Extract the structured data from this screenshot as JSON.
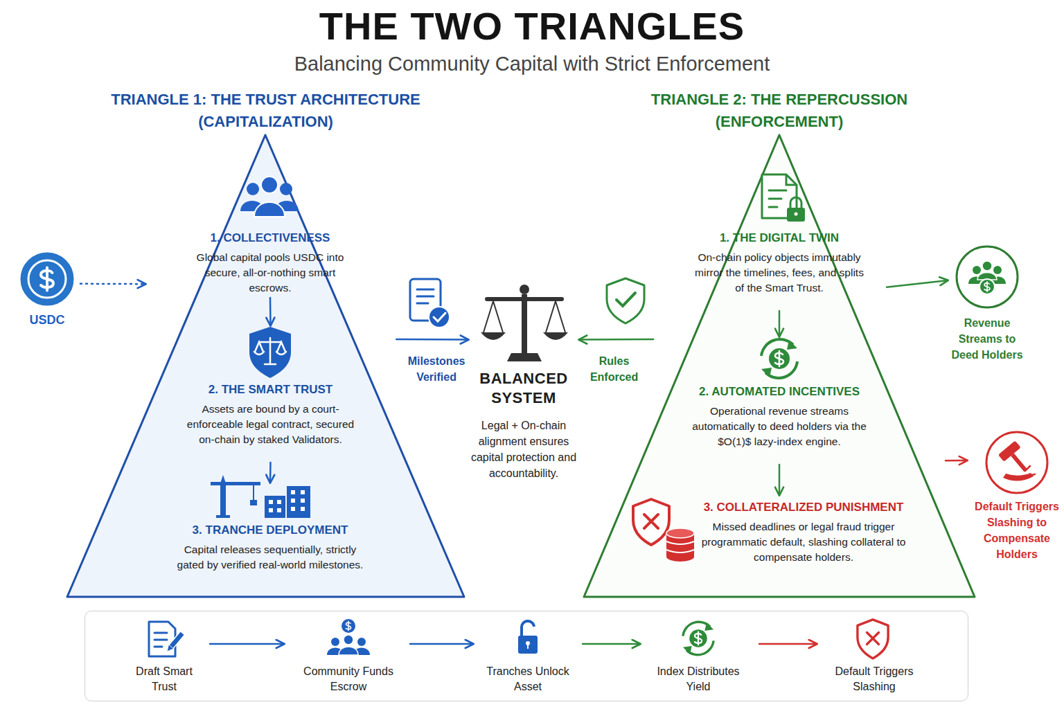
{
  "diagram": {
    "title": "THE TWO TRIANGLES",
    "nodes": [
      {
        "text": [
          "TRIANGLE 1: THE TRUST ARCHITECTURE (CAPITALIZATION)"
        ]
      },
      {
        "text": [
          "1. COLLECTIVENESS",
          "Global capital pools USDC into secure, all-or-nothing smart escrows."
        ],
        "in": 0
      },
      {
        "text": [
          "2. THE SMART TRUST",
          "Assets are bound by a court-enforceable legal contract, secured on-chain by staked Validators."
        ],
        "in": 0
      },
      {
        "text": [
          "3. TRANCHE DEPLOYMENT",
          "Capital releases sequentially, strictly gated by verified real-world milestones."
        ],
        "in": 0
      },
      {
        "text": [
          "USDC"
        ]
      },
      {
        "text": [
          "BALANCED SYSTEM",
          "Legal + On-chain alignment ensures capital protection and accountability."
        ]
      },
      {
        "text": [
          "TRIANGLE 2: THE REPERCUSSION (ENFORCEMENT)"
        ]
      },
      {
        "text": [
          "1. THE DIGITAL TWIN",
          "On-chain policy objects immutably mirror the timelines, fees, and splits of the Smart Trust."
        ],
        "in": 6
      },
      {
        "text": [
          "2. AUTOMATED INCENTIVES",
          "Operational revenue streams automatically to deed holders via the $O(1)$ lazy-index engine."
        ],
        "in": 6
      },
      {
        "text": [
          "3. COLLATERALIZED PUNISHMENT",
          "Missed deadlines or legal fraud trigger programmatic default, slashing collateral to compensate holders."
        ],
        "in": 6
      },
      {
        "text": [
          "Revenue Streams to Deed Holders"
        ]
      },
      {
        "text": [
          "Default Triggers Slashing to Compensate Holders"
        ]
      },
      {
        "text": [
          "Draft Smart Trust"
        ]
      },
      {
        "text": [
          "Community Funds Escrow"
        ]
      },
      {
        "text": [
          "Tranches Unlock Asset"
        ]
      },
      {
        "text": [
          "Index Distributes Yield"
        ]
      },
      {
        "text": [
          "Default Triggers Slashing"
        ]
      }
    ],
    "edges": [
      {
        "from": 4,
        "to": 0,
        "arrow": "to"
      },
      {
        "from": 1,
        "to": 2,
        "arrow": "to"
      },
      {
        "from": 2,
        "to": 3,
        "arrow": "to"
      },
      {
        "from": 0,
        "to": 5,
        "label": "Milestones Verified",
        "arrow": "to"
      },
      {
        "from": 6,
        "to": 5,
        "label": "Rules Enforced",
        "arrow": "to"
      },
      {
        "from": 7,
        "to": 8,
        "arrow": "to"
      },
      {
        "from": 8,
        "to": 9,
        "arrow": "to"
      },
      {
        "from": 6,
        "to": 10,
        "arrow": "to"
      },
      {
        "from": 6,
        "to": 11,
        "arrow": "to"
      },
      {
        "from": 12,
        "to": 13,
        "arrow": "to"
      },
      {
        "from": 13,
        "to": 14,
        "arrow": "to"
      },
      {
        "from": 14,
        "to": 15,
        "arrow": "to"
      },
      {
        "from": 15,
        "to": 16,
        "arrow": "to"
      }
    ],
    "labels": [
      "Balancing Community Capital with Strict Enforcement"
    ]
  }
}
